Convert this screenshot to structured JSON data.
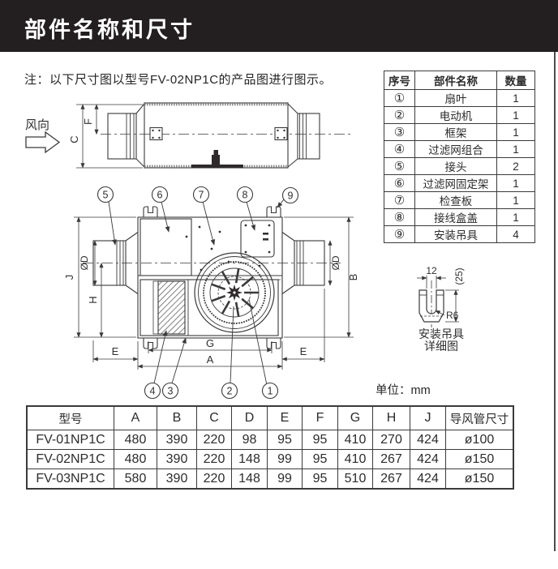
{
  "page": {
    "title": "部件名称和尺寸",
    "note": "注：以下尺寸图以型号FV-02NP1C的产品图进行图示。",
    "unit_label": "单位：mm"
  },
  "parts_table": {
    "headers": [
      "序号",
      "部件名称",
      "数量"
    ],
    "rows": [
      {
        "no": "①",
        "name": "扇叶",
        "qty": "1"
      },
      {
        "no": "②",
        "name": "电动机",
        "qty": "1"
      },
      {
        "no": "③",
        "name": "框架",
        "qty": "1"
      },
      {
        "no": "④",
        "name": "过滤网组合",
        "qty": "1"
      },
      {
        "no": "⑤",
        "name": "接头",
        "qty": "2"
      },
      {
        "no": "⑥",
        "name": "过滤网固定架",
        "qty": "1"
      },
      {
        "no": "⑦",
        "name": "检查板",
        "qty": "1"
      },
      {
        "no": "⑧",
        "name": "接线盒盖",
        "qty": "1"
      },
      {
        "no": "⑨",
        "name": "安装吊具",
        "qty": "4"
      }
    ]
  },
  "dims_table": {
    "headers": [
      "型号",
      "A",
      "B",
      "C",
      "D",
      "E",
      "F",
      "G",
      "H",
      "J",
      "导风管尺寸"
    ],
    "rows": [
      [
        "FV-01NP1C",
        "480",
        "390",
        "220",
        "98",
        "95",
        "95",
        "410",
        "270",
        "424",
        "ø100"
      ],
      [
        "FV-02NP1C",
        "480",
        "390",
        "220",
        "148",
        "99",
        "95",
        "410",
        "267",
        "424",
        "ø150"
      ],
      [
        "FV-03NP1C",
        "580",
        "390",
        "220",
        "148",
        "99",
        "95",
        "510",
        "267",
        "424",
        "ø150"
      ]
    ]
  },
  "side_view": {
    "wind_label": "风向",
    "dim_c": "C",
    "dim_f": "F"
  },
  "plan_view": {
    "callouts_top": [
      "5",
      "6",
      "7",
      "8",
      "9"
    ],
    "callouts_bottom": [
      "4",
      "3",
      "2",
      "1"
    ],
    "dim_j": "J",
    "dim_h": "H",
    "dim_b": "B",
    "dim_od_left": "ØD",
    "dim_od_right": "ØD",
    "dim_e_left": "E",
    "dim_e_right": "E",
    "dim_g": "G",
    "dim_a": "A"
  },
  "detail_view": {
    "caption_line1": "安装吊具",
    "caption_line2": "详细图",
    "dim_width": "12",
    "dim_height": "(25)",
    "dim_radius": "R6"
  },
  "colors": {
    "header_bg": "#231f20",
    "line_art": "#3a3a3a",
    "text": "#2f2f2f"
  }
}
